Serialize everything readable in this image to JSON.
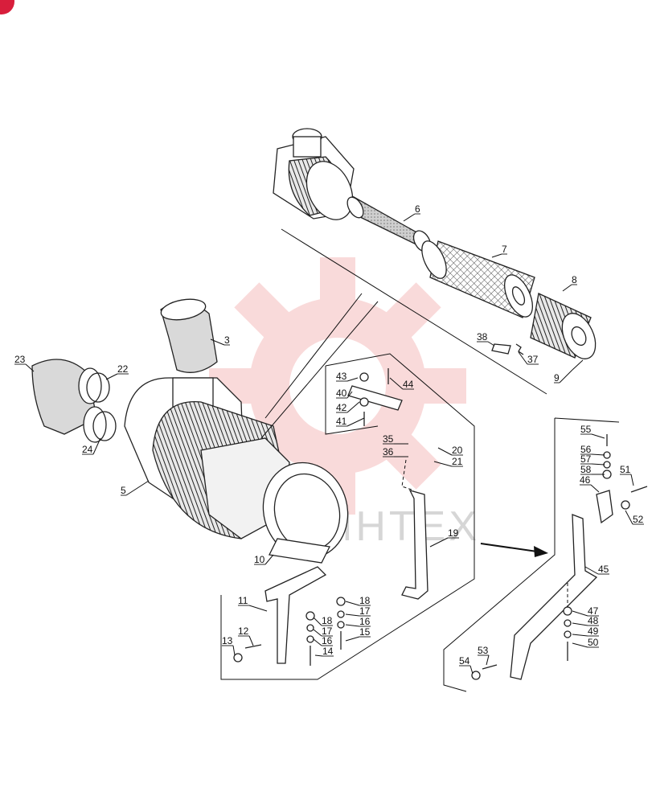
{
  "watermark": {
    "text": "MHTEX",
    "gear_color": "#e23a3a"
  },
  "corner_badge": {
    "color": "#d81e3c"
  },
  "callouts": [
    {
      "n": "3"
    },
    {
      "n": "5"
    },
    {
      "n": "6"
    },
    {
      "n": "7"
    },
    {
      "n": "8"
    },
    {
      "n": "9"
    },
    {
      "n": "10"
    },
    {
      "n": "11"
    },
    {
      "n": "12"
    },
    {
      "n": "13"
    },
    {
      "n": "14"
    },
    {
      "n": "15"
    },
    {
      "n": "16"
    },
    {
      "n": "16"
    },
    {
      "n": "17"
    },
    {
      "n": "17"
    },
    {
      "n": "18"
    },
    {
      "n": "18"
    },
    {
      "n": "19"
    },
    {
      "n": "20"
    },
    {
      "n": "21"
    },
    {
      "n": "22"
    },
    {
      "n": "23"
    },
    {
      "n": "24"
    },
    {
      "n": "35"
    },
    {
      "n": "36"
    },
    {
      "n": "37"
    },
    {
      "n": "38"
    },
    {
      "n": "40"
    },
    {
      "n": "41"
    },
    {
      "n": "42"
    },
    {
      "n": "43"
    },
    {
      "n": "44"
    },
    {
      "n": "45"
    },
    {
      "n": "46"
    },
    {
      "n": "47"
    },
    {
      "n": "48"
    },
    {
      "n": "49"
    },
    {
      "n": "50"
    },
    {
      "n": "51"
    },
    {
      "n": "52"
    },
    {
      "n": "53"
    },
    {
      "n": "54"
    },
    {
      "n": "55"
    },
    {
      "n": "56"
    },
    {
      "n": "57"
    },
    {
      "n": "58"
    }
  ]
}
